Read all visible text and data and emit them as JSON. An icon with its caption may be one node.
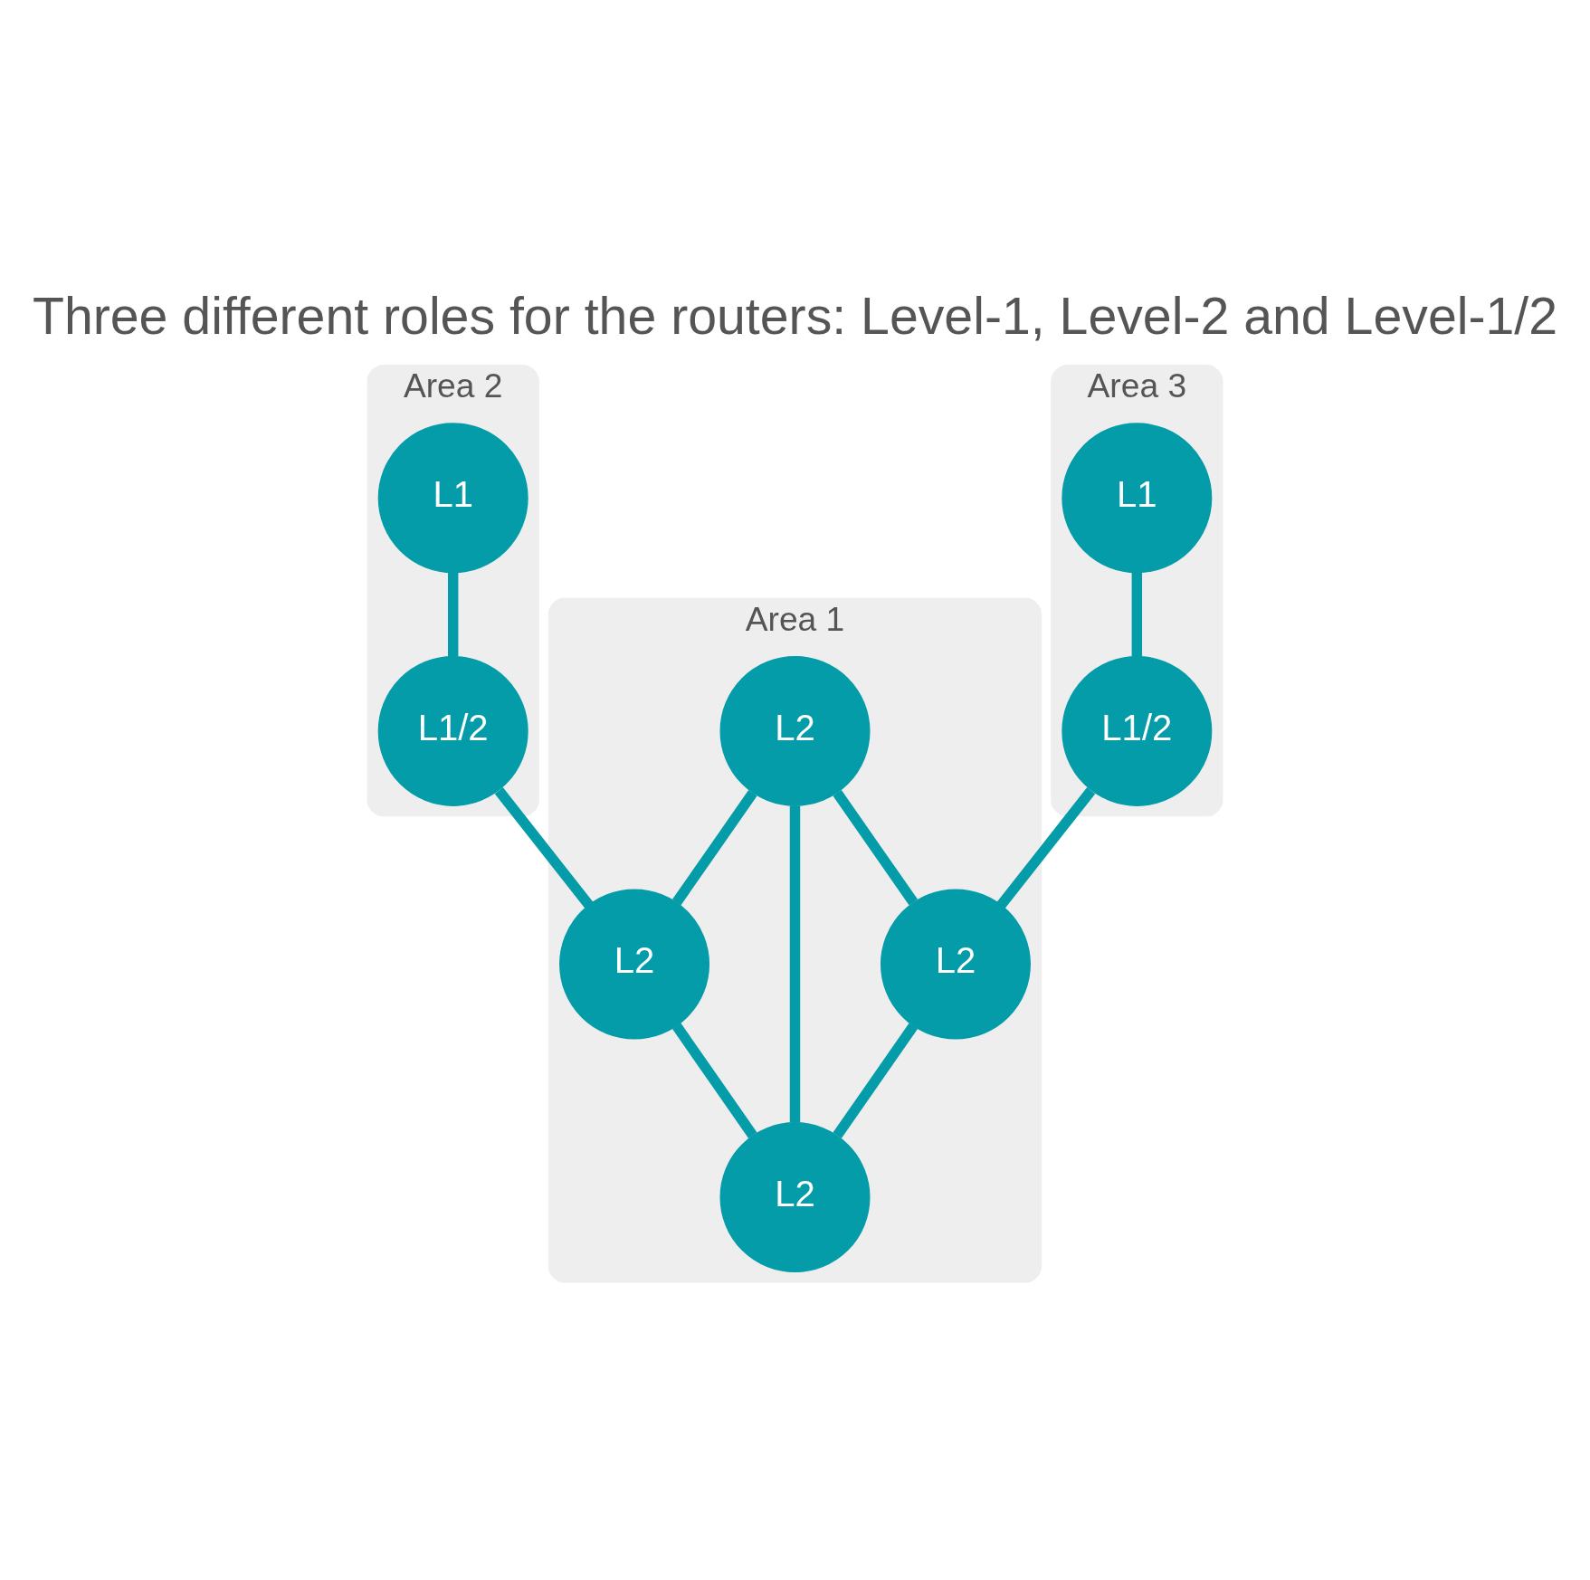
{
  "diagram": {
    "title": "Three different roles for the routers: Level-1, Level-2 and Level-1/2",
    "nodes": [
      {
        "text": [
          "Area 2"
        ]
      },
      {
        "text": [
          "L1"
        ],
        "in": 0
      },
      {
        "text": [
          "L1/2"
        ],
        "in": 0
      },
      {
        "text": [
          "Area 1"
        ]
      },
      {
        "text": [
          "L2"
        ],
        "in": 3
      },
      {
        "text": [
          "L2"
        ],
        "in": 3
      },
      {
        "text": [
          "L2"
        ],
        "in": 3
      },
      {
        "text": [
          "L2"
        ],
        "in": 3
      },
      {
        "text": [
          "Area 3"
        ]
      },
      {
        "text": [
          "L1"
        ],
        "in": 8
      },
      {
        "text": [
          "L1/2"
        ],
        "in": 8
      }
    ],
    "edges": [
      {
        "from": 1,
        "to": 2,
        "arrow": "none"
      },
      {
        "from": 2,
        "to": 5,
        "arrow": "none"
      },
      {
        "from": 4,
        "to": 5,
        "arrow": "none"
      },
      {
        "from": 4,
        "to": 7,
        "arrow": "none"
      },
      {
        "from": 4,
        "to": 6,
        "arrow": "none"
      },
      {
        "from": 5,
        "to": 7,
        "arrow": "none"
      },
      {
        "from": 6,
        "to": 7,
        "arrow": "none"
      },
      {
        "from": 10,
        "to": 6,
        "arrow": "none"
      },
      {
        "from": 9,
        "to": 10,
        "arrow": "none"
      }
    ]
  }
}
